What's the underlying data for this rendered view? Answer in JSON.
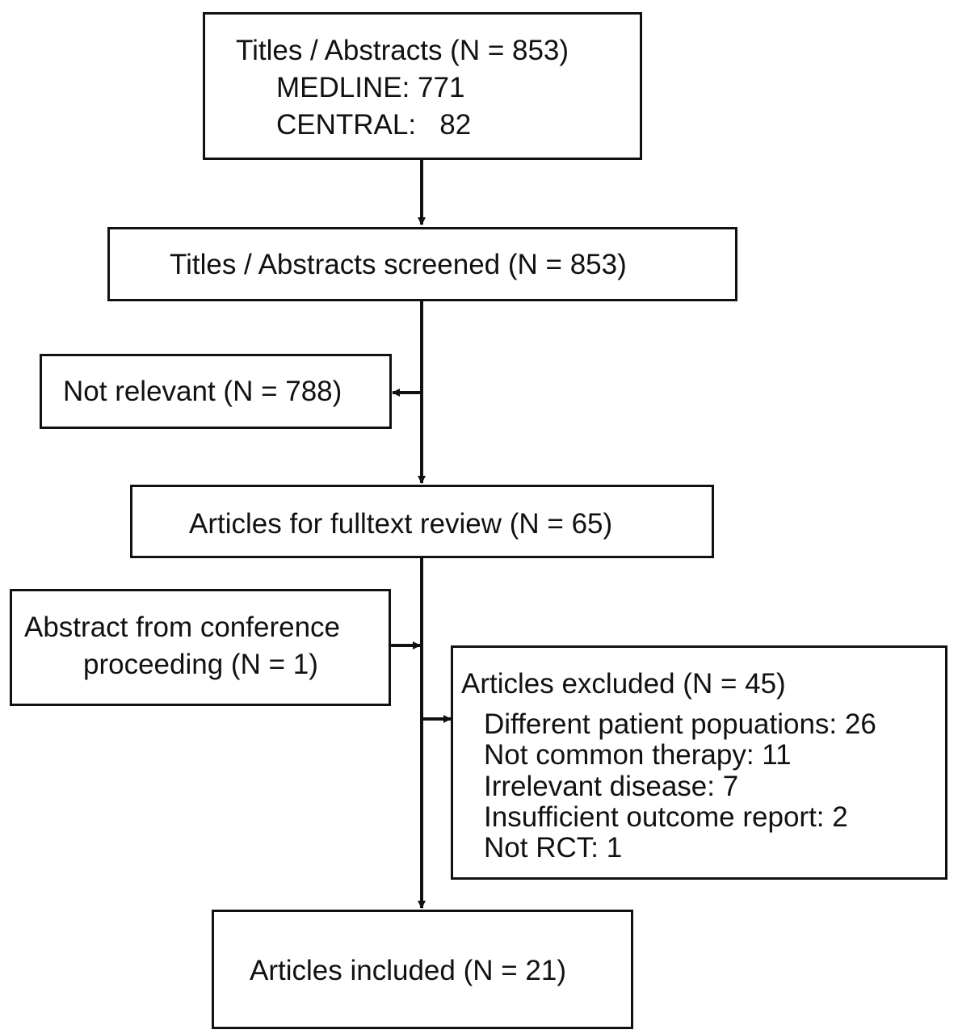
{
  "boxes": {
    "identified": {
      "title": "Titles / Abstracts (N = 853)",
      "lines": [
        "MEDLINE: 771",
        "CENTRAL:   82"
      ]
    },
    "screened": {
      "title": "Titles / Abstracts screened (N = 853)"
    },
    "not_relevant": {
      "title": "Not relevant (N = 788)"
    },
    "fulltext": {
      "title": "Articles for fulltext review (N = 65)"
    },
    "conference": {
      "lines": [
        "Abstract from conference",
        "proceeding (N = 1)"
      ]
    },
    "excluded": {
      "title": "Articles excluded (N = 45)",
      "reasons": [
        "Different patient popuations: 26",
        "Not common therapy: 11",
        "Irrelevant disease: 7",
        "Insufficient outcome report: 2",
        "Not RCT: 1"
      ]
    },
    "included": {
      "title": "Articles included (N = 21)"
    }
  },
  "colors": {
    "stroke": "#111111",
    "background": "#ffffff"
  }
}
